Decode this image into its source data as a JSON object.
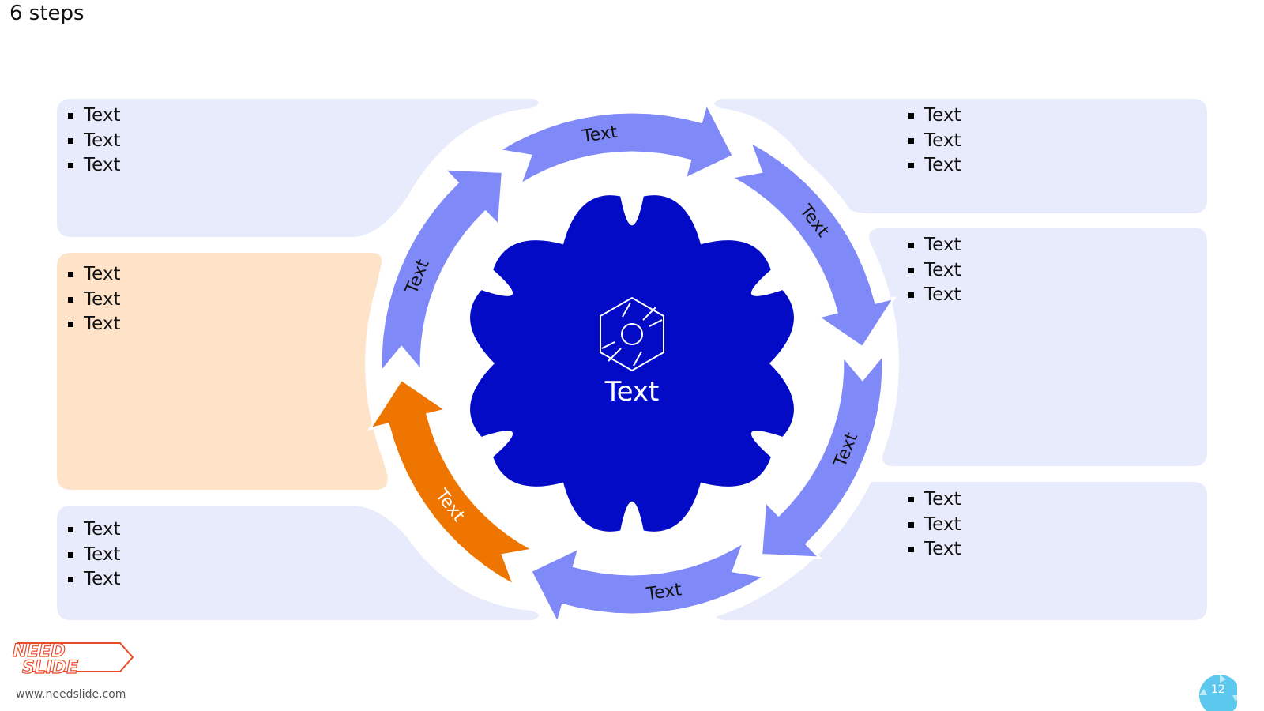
{
  "title": "6 steps",
  "center": {
    "label": "Text",
    "icon": "cycle-arrows-icon"
  },
  "steps": [
    {
      "label": "Text",
      "active": true
    },
    {
      "label": "Text",
      "active": false
    },
    {
      "label": "Text",
      "active": false
    },
    {
      "label": "Text",
      "active": false
    },
    {
      "label": "Text",
      "active": false
    },
    {
      "label": "Text",
      "active": false
    }
  ],
  "panels": {
    "top_left": [
      "Text",
      "Text",
      "Text"
    ],
    "middle_left": [
      "Text",
      "Text",
      "Text"
    ],
    "bottom_left": [
      "Text",
      "Text",
      "Text"
    ],
    "top_right": [
      "Text",
      "Text",
      "Text"
    ],
    "middle_right": [
      "Text",
      "Text",
      "Text"
    ],
    "bottom_right": [
      "Text",
      "Text",
      "Text"
    ]
  },
  "footer": {
    "logo_line1": "NEED",
    "logo_line2": "SLIDE",
    "url": "www.needslide.com",
    "page_number": "12"
  },
  "colors": {
    "arrow": "#8089f8",
    "active_arrow": "#ee7600",
    "center": "#040bc6",
    "panel": "#e7ebfb",
    "active_panel": "#fee3c9"
  }
}
